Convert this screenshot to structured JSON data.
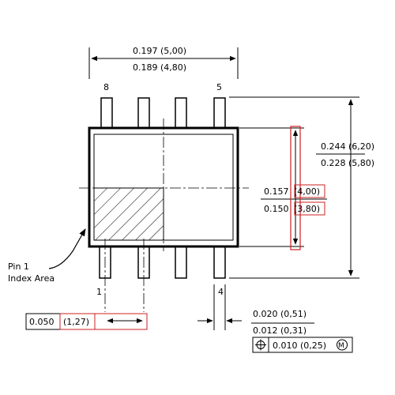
{
  "dimensions": {
    "body_length": {
      "inch_max": "0.197",
      "mm_max": "(5,00)",
      "inch_min": "0.189",
      "mm_min": "(4,80)"
    },
    "overall_width": {
      "inch_max": "0.244",
      "mm_max": "(6,20)",
      "inch_min": "0.228",
      "mm_min": "(5,80)"
    },
    "body_width": {
      "inch_max": "0.157",
      "mm_max": "(4,00)",
      "inch_min": "0.150",
      "mm_min": "(3,80)"
    },
    "lead_pitch": {
      "inch": "0.050",
      "mm": "(1,27)"
    },
    "lead_width": {
      "inch_max": "0.020",
      "mm_max": "(0,51)",
      "inch_min": "0.012",
      "mm_min": "(0,31)"
    },
    "position_tolerance": {
      "value": "0.010",
      "mm": "(0,25)",
      "modifier": "M"
    }
  },
  "pin_labels": {
    "pin8": "8",
    "pin5": "5",
    "pin1": "1",
    "pin4": "4"
  },
  "callout": {
    "line1": "Pin 1",
    "line2": "Index Area"
  },
  "colors": {
    "line": "#000000",
    "highlight": "#cc2222"
  }
}
